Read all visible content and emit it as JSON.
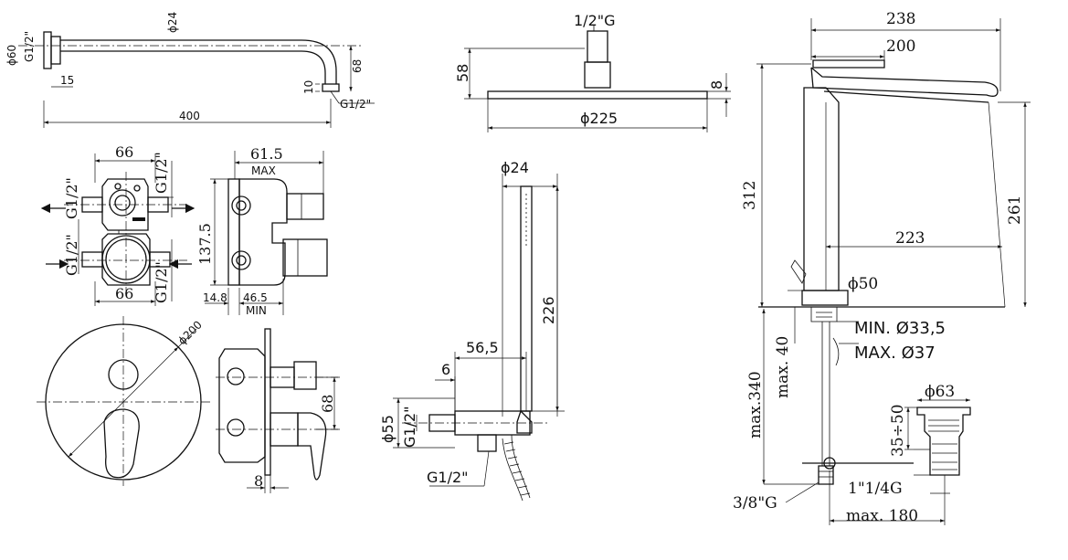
{
  "arm": {
    "dia60": "ϕ60",
    "thread_left": "G1/2\"",
    "dia24": "ϕ24",
    "dim15": "15",
    "dim400": "400",
    "dim10": "10",
    "dim68": "68",
    "thread_right": "G1/2\""
  },
  "head": {
    "thread": "1/2\"G",
    "dim58": "58",
    "dim8": "8",
    "dia225": "ϕ225"
  },
  "valve": {
    "w66_top": "66",
    "w66_bottom": "66",
    "g12_a": "G1/2\"",
    "g12_b": "G1/2\"",
    "g12_c": "G1/2\"",
    "g12_d": "G1/2\"",
    "d615": "61.5",
    "max": "MAX",
    "d1375": "137.5",
    "d148": "14.8",
    "d465": "46.5",
    "min": "MIN"
  },
  "plate": {
    "dia200": "ϕ200",
    "dim68": "68",
    "dim8": "8"
  },
  "handshower": {
    "dia24": "ϕ24",
    "dim226": "226",
    "dim565": "56,5",
    "dim6": "6",
    "dia55": "ϕ55",
    "g12_v": "G1/2\"",
    "g12_h": "G1/2\""
  },
  "mixer": {
    "d238": "238",
    "d200": "200",
    "d312": "312",
    "d261": "261",
    "d223": "223",
    "dia50": "ϕ50",
    "max40": "max. 40",
    "min335": "MIN. Ø33,5",
    "max37": "MAX. Ø37",
    "max340": "max.340",
    "dia63": "ϕ63",
    "d3550": "35÷50",
    "g114": "1\"1/4G",
    "g38": "3/8\"G",
    "max180": "max. 180"
  }
}
